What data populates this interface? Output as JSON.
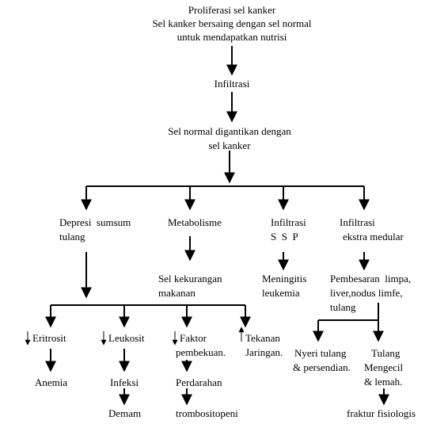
{
  "top": {
    "line1": "Proliferasi sel kanker",
    "line2": "Sel kanker bersaing dengan sel normal",
    "line3": "untuk mendapatkan nutrisi"
  },
  "infiltrasi": "Infiltrasi",
  "replace": {
    "line1": "Sel normal digantikan dengan",
    "line2": "sel kanker"
  },
  "branches": {
    "depresi": {
      "line1": "Depresi  sumsum",
      "line2": "tulang"
    },
    "metabolisme": {
      "line1": "Metabolisme"
    },
    "ssp": {
      "line1": "Infiltrasi",
      "line2": "S  S  P"
    },
    "ekstra": {
      "line1": "Infiltrasi",
      "line2": "ekstra medular"
    }
  },
  "sel_kekurangan": {
    "line1": "Sel kekurangan",
    "line2": "makanan"
  },
  "meningitis": {
    "line1": "Meningitis",
    "line2": "leukemia"
  },
  "pembesaran": {
    "line1": "Pembesaran  limpa,",
    "line2": "liver,nodus limfe,",
    "line3": "tulang"
  },
  "eritrosit": "Eritrosit",
  "leukosit": "Leukosit",
  "faktor": {
    "line1": "Faktor",
    "line2": "pembekuan."
  },
  "tekanan": {
    "line1": "Tekanan",
    "line2": "Jaringan."
  },
  "nyeri": {
    "line1": "Nyeri tulang",
    "line2": "& persendian."
  },
  "tulang": {
    "line1": "Tulang",
    "line2": "Mengecil",
    "line3": "& lemah."
  },
  "anemia": "Anemia",
  "infeksi": "Infeksi",
  "perdarahan": "Perdarahan",
  "demam": "Demam",
  "trombositopeni": "trombositopeni",
  "fraktur": "fraktur fisiologis"
}
